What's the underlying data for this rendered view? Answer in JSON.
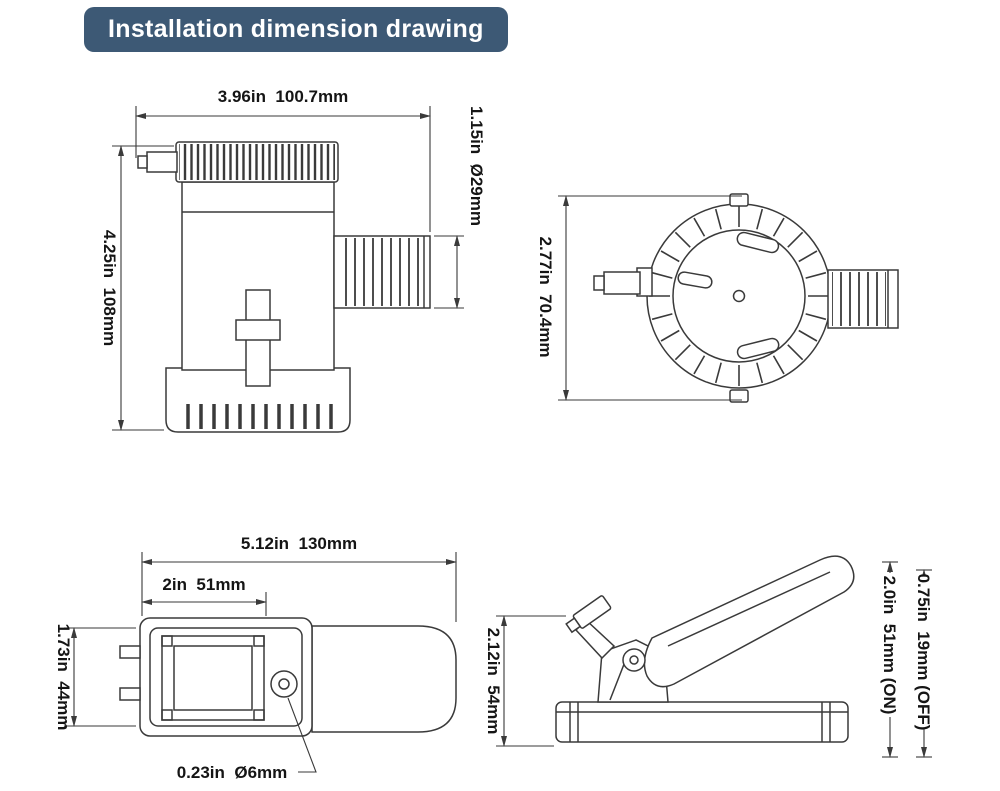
{
  "header": {
    "title": "Installation dimension drawing"
  },
  "front_view": {
    "width": "3.96in  100.7mm",
    "height": "4.25in  108mm",
    "outlet": "1.15in  Ø29mm"
  },
  "top_view": {
    "height": "2.77in  70.4mm"
  },
  "switch_top_view": {
    "width": "5.12in  130mm",
    "inner_width": "2in  51mm",
    "height": "1.73in  44mm",
    "hole": "0.23in  Ø6mm"
  },
  "switch_side_view": {
    "height": "2.12in  54mm",
    "on": "2.0in  51mm (ON)",
    "off": "0.75in  19mm (OFF)"
  },
  "colors": {
    "badge": "#3d5975",
    "ink": "#3a3a3a"
  }
}
